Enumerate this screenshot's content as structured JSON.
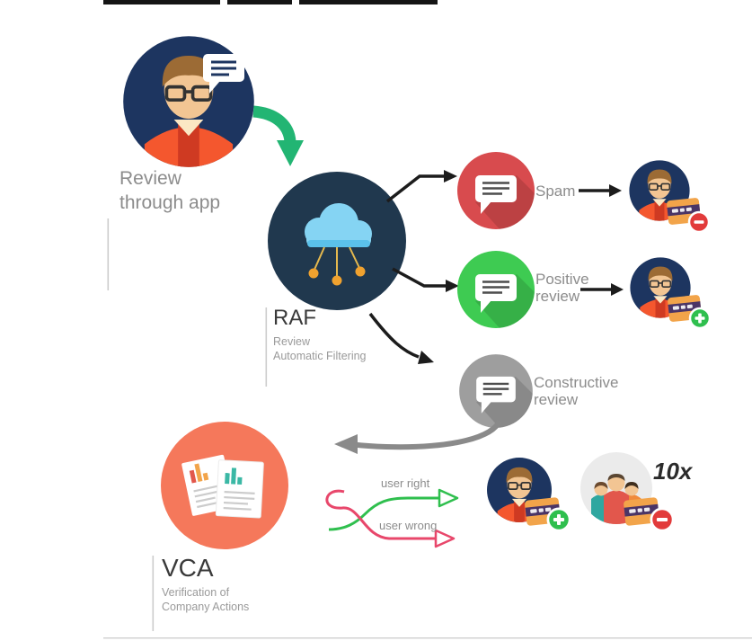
{
  "nodes": {
    "reviewer": {
      "line1": "Review",
      "line2": "through app"
    },
    "raf": {
      "title": "RAF",
      "sub1": "Review",
      "sub2": "Automatic Filtering"
    },
    "spam": {
      "label": "Spam"
    },
    "positive": {
      "line1": "Positive",
      "line2": "review"
    },
    "constructive": {
      "line1": "Constructive",
      "line2": "review"
    },
    "vca": {
      "title": "VCA",
      "sub1": "Verification of",
      "sub2": "Company Actions"
    }
  },
  "branch": {
    "right_label": "user right",
    "wrong_label": "user wrong",
    "multiplier": "10x"
  },
  "colors": {
    "avatar_bg": "#1d3560",
    "raf_bg": "#20384e",
    "spam": "#d84b4e",
    "positive": "#3ecb52",
    "constructive": "#9e9e9e",
    "vca": "#f5785b",
    "cloud": "#85d4f3",
    "cloud_dark": "#5bc1ea",
    "dot_orange": "#f0a22f",
    "arrow_black": "#1c1c1c",
    "arrow_gray": "#8a8a8a",
    "flow_green": "#22b573",
    "user_right_green": "#2fbf4e",
    "user_wrong_pink": "#e8476b",
    "badge_plus": "#2fbf4e",
    "badge_minus": "#e23b3b",
    "card_orange": "#f2a44a",
    "label_gray": "#8c8c8c",
    "title_dark": "#3a3a3a",
    "divider": "#cccccc"
  }
}
